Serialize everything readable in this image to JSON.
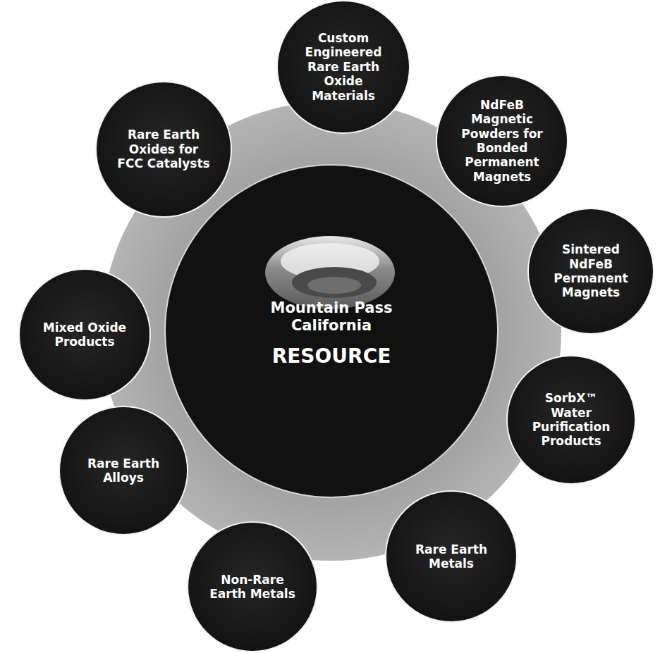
{
  "diagram": {
    "nodes": [
      {
        "text": [
          "Mountain Pass California",
          "RESOURCE"
        ]
      },
      {
        "text": [
          "Custom Engineered Rare Earth Oxide Materials"
        ]
      },
      {
        "text": [
          "NdFeB Magnetic Powders for Bonded Permanent Magnets"
        ]
      },
      {
        "text": [
          "Sintered NdFeB Permanent Magnets"
        ]
      },
      {
        "text": [
          "SorbX™ Water Purification Products"
        ]
      },
      {
        "text": [
          "Rare Earth Metals"
        ]
      },
      {
        "text": [
          "Non-Rare Earth Metals"
        ]
      },
      {
        "text": [
          "Rare Earth Alloys"
        ]
      },
      {
        "text": [
          "Mixed Oxide Products"
        ]
      },
      {
        "text": [
          "Rare Earth Oxides for FCC Catalysts"
        ]
      }
    ]
  }
}
